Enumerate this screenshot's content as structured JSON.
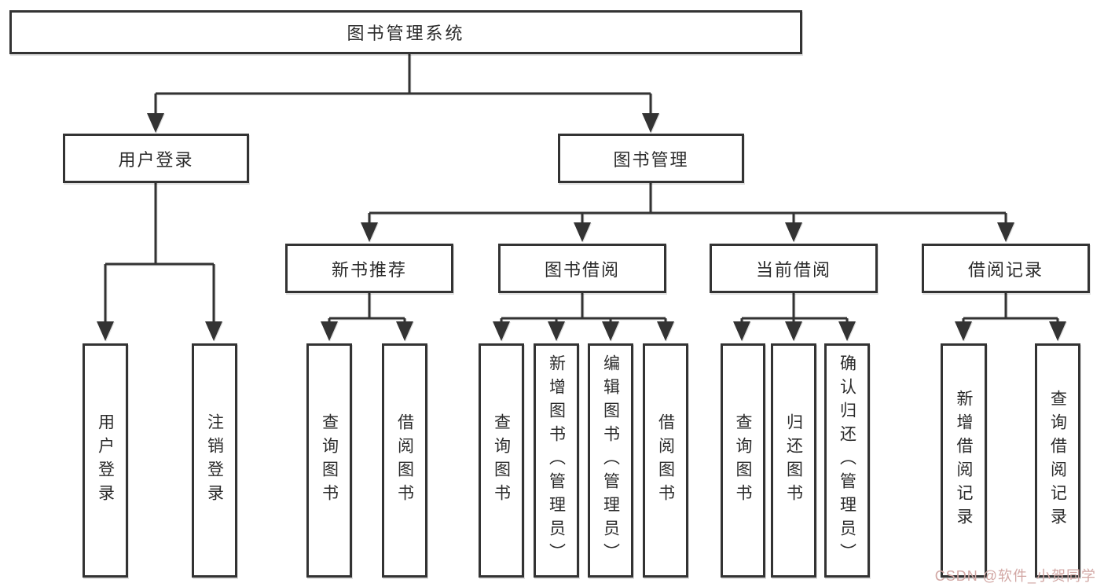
{
  "tree": {
    "label": "图书管理系统",
    "children": [
      {
        "label": "用户登录",
        "children": [
          {
            "label": "用户登录"
          },
          {
            "label": "注销登录"
          }
        ]
      },
      {
        "label": "图书管理",
        "children": [
          {
            "label": "新书推荐",
            "children": [
              {
                "label": "查询图书"
              },
              {
                "label": "借阅图书"
              }
            ]
          },
          {
            "label": "图书借阅",
            "children": [
              {
                "label": "查询图书"
              },
              {
                "label": "新增图书（管理员）"
              },
              {
                "label": "编辑图书（管理员）"
              },
              {
                "label": "借阅图书"
              }
            ]
          },
          {
            "label": "当前借阅",
            "children": [
              {
                "label": "查询图书"
              },
              {
                "label": "归还图书"
              },
              {
                "label": "确认归还（管理员）"
              }
            ]
          },
          {
            "label": "借阅记录",
            "children": [
              {
                "label": "新增借阅记录"
              },
              {
                "label": "查询借阅记录"
              }
            ]
          }
        ]
      }
    ]
  },
  "watermark": {
    "text": "CSDN @软件_小贺同学",
    "color": "#d2a7a4"
  },
  "colors": {
    "line": "#333333",
    "box_border": "#333333",
    "text": "#2b2b2b",
    "background": "#ffffff"
  }
}
